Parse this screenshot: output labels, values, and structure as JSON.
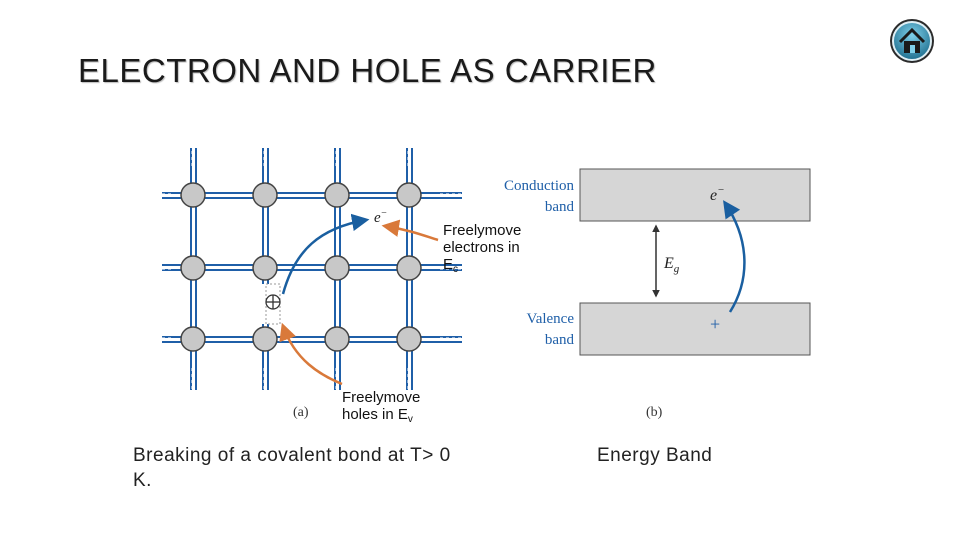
{
  "title": "ELECTRON AND HOLE AS CARRIER",
  "home_icon": "home-icon",
  "lattice": {
    "electron_label": "e",
    "electron_sup": "−",
    "panel_label": "(a)"
  },
  "annotations": {
    "electrons": {
      "line1": "Freelymove",
      "line2": "electrons in",
      "line3": "E",
      "sub": "c"
    },
    "holes": {
      "line1": "Freelymove",
      "line2": "holes in E",
      "sub": "v"
    }
  },
  "band": {
    "conduction_line1": "Conduction",
    "conduction_line2": "band",
    "valence_line1": "Valence",
    "valence_line2": "band",
    "gap_label": "E",
    "gap_sub": "g",
    "electron_label": "e",
    "electron_sup": "−",
    "hole_label": "+",
    "panel_label": "(b)"
  },
  "captions": {
    "left_line1": "Breaking of a covalent bond at T> 0",
    "left_line2": "K.",
    "right": "Energy Band"
  },
  "colors": {
    "bond": "#1f5fa8",
    "atom_fill": "#c8c8c8",
    "arrow_blue": "#1a5fa0",
    "arrow_orange": "#d9793a",
    "band_fill": "#d6d6d6"
  }
}
